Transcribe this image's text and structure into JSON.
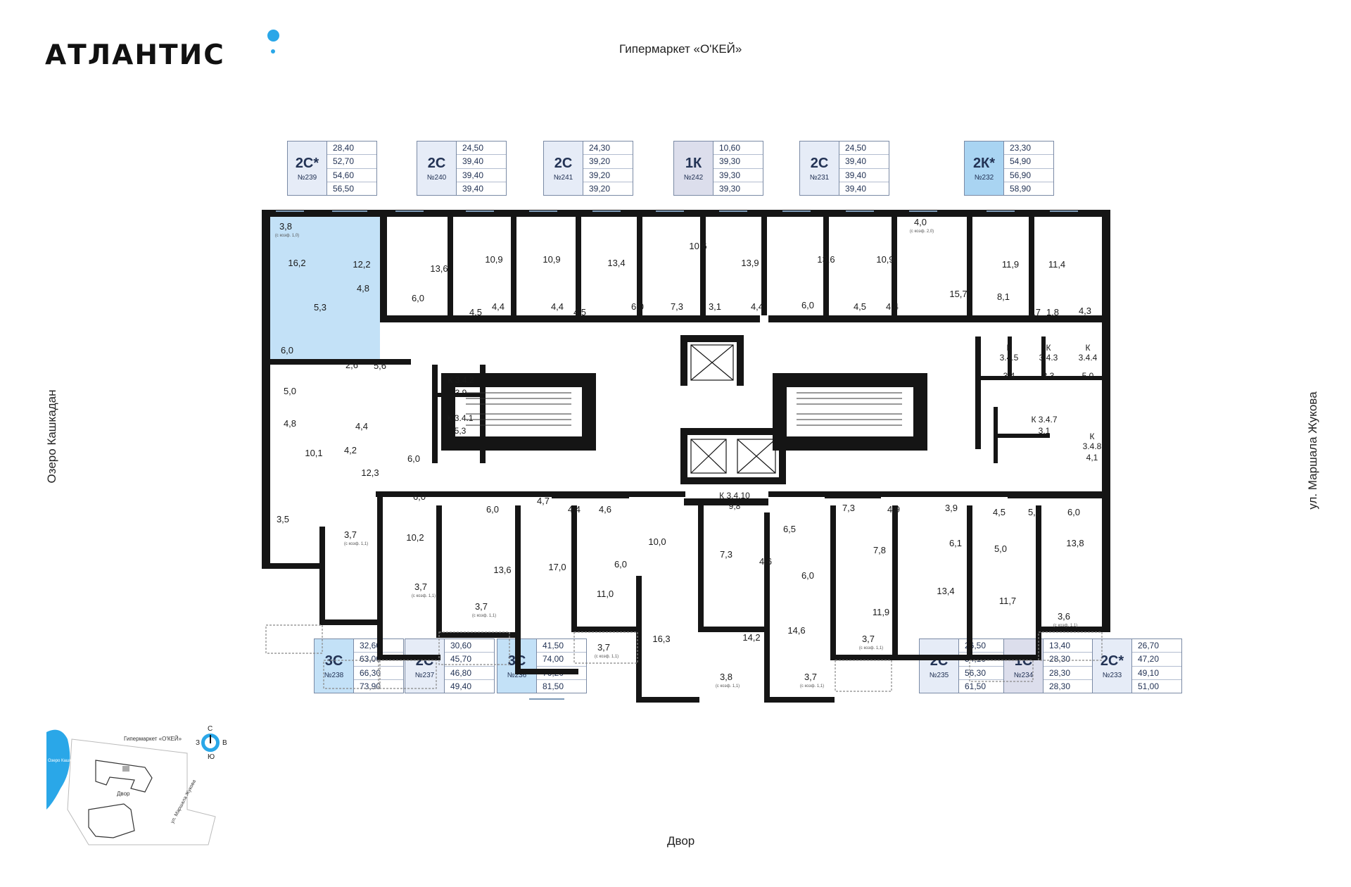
{
  "brand": {
    "logo": "АТЛАНТИС",
    "accent": "#2aa7e8"
  },
  "labels": {
    "top": "Гипермаркет «О'КЕЙ»",
    "bottom": "Двор",
    "left": "Озеро Кашкадан",
    "right": "ул. Маршала Жукова"
  },
  "apartments_top": [
    {
      "type": "2С*",
      "num": "№239",
      "values": [
        "28,40",
        "52,70",
        "54,60",
        "56,50"
      ],
      "fill": "#e6ecf7"
    },
    {
      "type": "2С",
      "num": "№240",
      "values": [
        "24,50",
        "39,40",
        "39,40",
        "39,40"
      ],
      "fill": "#e6ecf7"
    },
    {
      "type": "2С",
      "num": "№241",
      "values": [
        "24,30",
        "39,20",
        "39,20",
        "39,20"
      ],
      "fill": "#e6ecf7"
    },
    {
      "type": "1К",
      "num": "№242",
      "values": [
        "10,60",
        "39,30",
        "39,30",
        "39,30"
      ],
      "fill": "#dcdeec"
    },
    {
      "type": "2С",
      "num": "№231",
      "values": [
        "24,50",
        "39,40",
        "39,40",
        "39,40"
      ],
      "fill": "#e6ecf7"
    },
    {
      "type": "2К*",
      "num": "№232",
      "values": [
        "23,30",
        "54,90",
        "56,90",
        "58,90"
      ],
      "fill": "#a9d4f2"
    }
  ],
  "apartments_bottom": [
    {
      "type": "3С",
      "num": "№238",
      "values": [
        "32,60",
        "63,00",
        "66,30",
        "73,90"
      ],
      "fill": "#c3e1f7"
    },
    {
      "type": "2С",
      "num": "№237",
      "values": [
        "30,60",
        "45,70",
        "46,80",
        "49,40"
      ],
      "fill": "#e6ecf7"
    },
    {
      "type": "3С",
      "num": "№236",
      "values": [
        "41,50",
        "74,00",
        "76,20",
        "81,50"
      ],
      "fill": "#c3e1f7"
    },
    {
      "type": "2С",
      "num": "№235",
      "values": [
        "26,50",
        "54,10",
        "56,30",
        "61,50"
      ],
      "fill": "#e6ecf7"
    },
    {
      "type": "1С",
      "num": "№234",
      "values": [
        "13,40",
        "28,30",
        "28,30",
        "28,30"
      ],
      "fill": "#dcdeec"
    },
    {
      "type": "2С*",
      "num": "№233",
      "values": [
        "26,70",
        "47,20",
        "49,10",
        "51,00"
      ],
      "fill": "#e6ecf7"
    }
  ],
  "rooms": {
    "a239": [
      "3,8",
      "16,2",
      "12,2",
      "4,8",
      "5,3",
      "6,0",
      "2,6",
      "5,6"
    ],
    "a239_note": "(с коэф. 1,0)",
    "a240": [
      "13,6",
      "6,0",
      "4,5",
      "10,9",
      "4,4"
    ],
    "a241": [
      "10,9",
      "4,4",
      "4,5",
      "13,4",
      "6,0"
    ],
    "a242": [
      "10,6",
      "7,3",
      "13,9",
      "3,1",
      "4,4"
    ],
    "a231": [
      "13,6",
      "6,0",
      "4,5",
      "10,9",
      "4,4"
    ],
    "a232": [
      "4,0",
      "15,7",
      "8,1",
      "11,9",
      "11,4",
      "1,7",
      "1,8",
      "4,3"
    ],
    "a232_note": "(с коэф. 2,0)",
    "storage_right": [
      "К",
      "3.4.5",
      "3,4",
      "К",
      "3.4.3",
      "3,3",
      "К",
      "3.4.4",
      "5,0",
      "К 3.4.7",
      "3,1",
      "К",
      "3.4.8",
      "4,1"
    ],
    "storage_left": [
      "К 3.4.2",
      "3,9",
      "К 3.4.1",
      "5,3"
    ],
    "storage_center": [
      "К 3.4.10",
      "9,8"
    ],
    "a238": [
      "5,0",
      "4,8",
      "4,4",
      "10,1",
      "4,2",
      "12,3",
      "3,5",
      "3,7"
    ],
    "a237": [
      "6,0",
      "6,0",
      "10,2",
      "3,7"
    ],
    "a236": [
      "6,0",
      "4,7",
      "4,4",
      "13,6",
      "17,0",
      "3,7"
    ],
    "a235b": [
      "4,6",
      "6,0",
      "11,0",
      "3,7",
      "10,0",
      "16,3"
    ],
    "center_s": [
      "7,3",
      "4,6",
      "14,2",
      "3,8"
    ],
    "a_c2": [
      "6,5",
      "6,0",
      "14,6",
      "3,7"
    ],
    "a235": [
      "7,3",
      "4,9",
      "7,8",
      "11,9",
      "3,7"
    ],
    "a234": [
      "3,9",
      "6,1",
      "13,4",
      "4,5",
      "5,0",
      "5,0",
      "11,7"
    ],
    "a233": [
      "6,0",
      "13,8",
      "3,6"
    ],
    "coef_note": "(с коэф. 1,1)"
  },
  "compass": {
    "n": "С",
    "s": "Ю",
    "w": "З",
    "e": "В"
  },
  "minimap": {
    "label_top": "Гипермаркет «О'КЕЙ»",
    "label_lake": "Озеро Кашкадан",
    "label_yard": "Двор",
    "label_street": "ул. Маршала Жукова"
  }
}
